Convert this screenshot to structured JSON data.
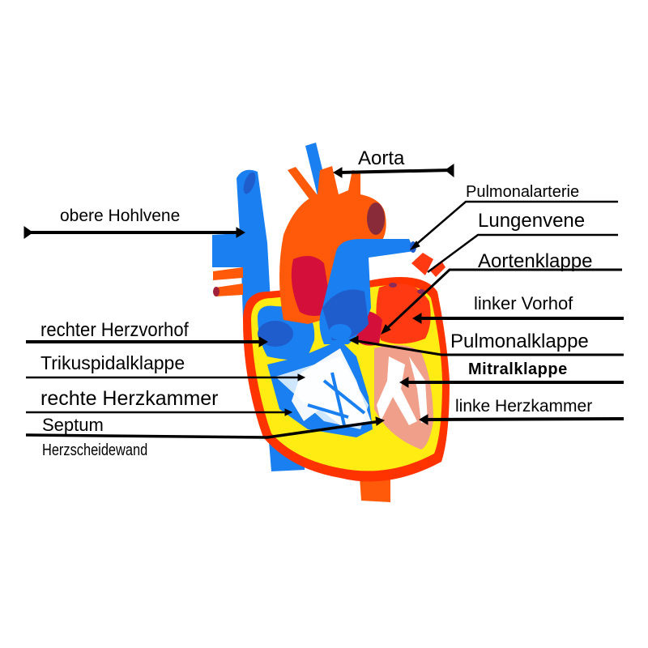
{
  "diagram": {
    "subject": "Human heart cross-section",
    "language": "German",
    "colors": {
      "background": "#ffffff",
      "vein_blue": "#1a7ff0",
      "vein_dark_blue": "#1f5ccc",
      "artery_orange": "#ff5a0a",
      "artery_red": "#ff3a12",
      "crimson": "#d4103a",
      "wall_yellow": "#ffec12",
      "outer_red": "#ff3300",
      "light_blue": "#cfe6ff",
      "salmon": "#f0a08a",
      "label_line": "#000000"
    },
    "labels": [
      {
        "id": "aorta",
        "text": "Aorta",
        "side": "right-top"
      },
      {
        "id": "pulmonalarterie",
        "text": "Pulmonalarterie",
        "side": "right"
      },
      {
        "id": "lungenvene",
        "text": "Lungenvene",
        "side": "right"
      },
      {
        "id": "aortenklappe",
        "text": "Aortenklappe",
        "side": "right"
      },
      {
        "id": "linker-vorhof",
        "text": "linker Vorhof",
        "side": "right"
      },
      {
        "id": "pulmonalklappe",
        "text": "Pulmonalklappe",
        "side": "right"
      },
      {
        "id": "mitralklappe",
        "text": "Mitralklappe",
        "side": "right"
      },
      {
        "id": "linke-herzkammer",
        "text": "linke Herzkammer",
        "side": "right"
      },
      {
        "id": "obere-hohlvene",
        "text": "obere Hohlvene",
        "side": "left"
      },
      {
        "id": "rechter-herzvorhof",
        "text": "rechter Herzvorhof",
        "side": "left"
      },
      {
        "id": "trikuspidalklappe",
        "text": "Trikuspidalklappe",
        "side": "left"
      },
      {
        "id": "rechte-herzkammer",
        "text": "rechte Herzkammer",
        "side": "left"
      },
      {
        "id": "septum",
        "text": "Septum",
        "side": "left"
      },
      {
        "id": "herzscheidewand",
        "text": "Herzscheidewand",
        "side": "left"
      }
    ]
  }
}
